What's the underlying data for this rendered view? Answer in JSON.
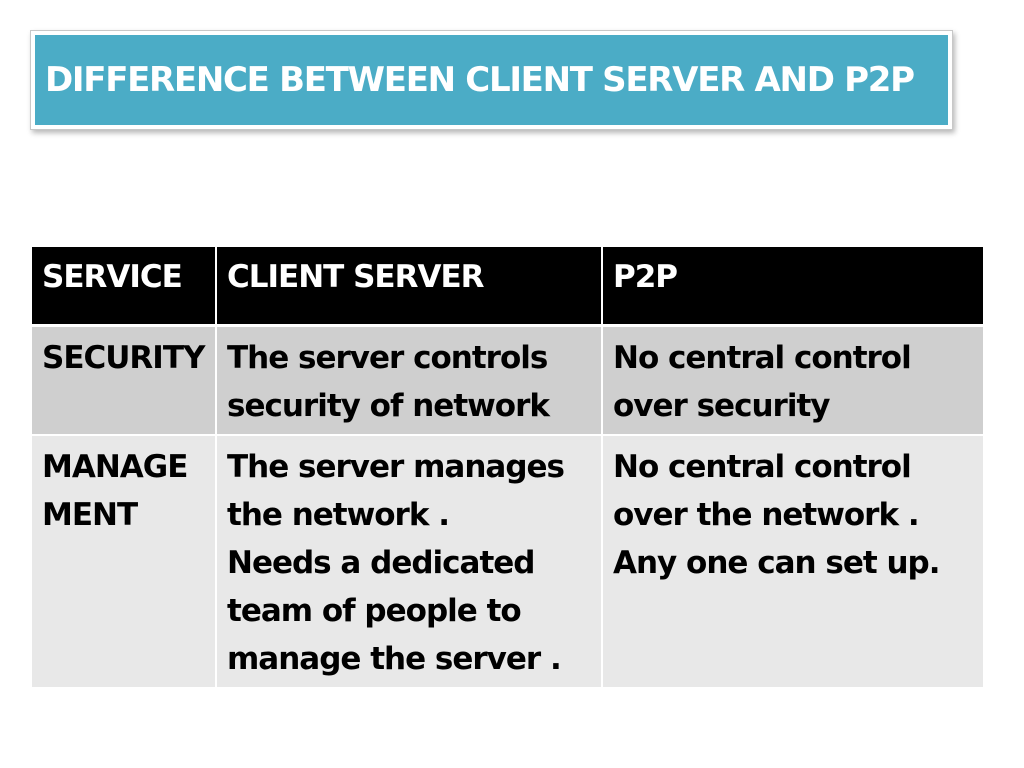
{
  "slide": {
    "title": "DIFFERENCE BETWEEN CLIENT SERVER AND P2P"
  },
  "table": {
    "headers": [
      "SERVICE",
      "CLIENT SERVER",
      "P2P"
    ],
    "rows": [
      {
        "service": [
          "SECURITY"
        ],
        "client_server": [
          "The server controls",
          "security of network"
        ],
        "p2p": [
          "No central control",
          "over security"
        ]
      },
      {
        "service": [
          "MANAGE",
          "MENT"
        ],
        "client_server": [
          "The server manages",
          "the network .",
          "Needs a  dedicated",
          "team of people to",
          "manage the server ."
        ],
        "p2p": [
          "No central  control",
          "over the network .",
          "Any one can set up."
        ]
      }
    ]
  },
  "colors": {
    "title_background": "#4bacc6",
    "header_background": "#000000",
    "row1_background": "#cfcfcf",
    "row2_background": "#e8e8e8"
  }
}
